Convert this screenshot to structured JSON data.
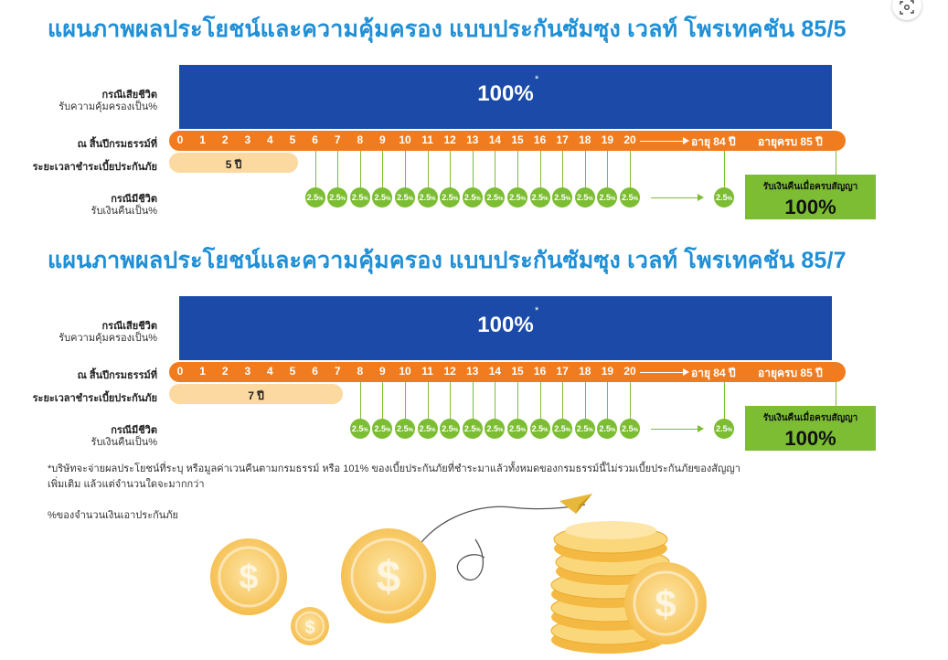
{
  "plans": [
    {
      "title": "แผนภาพผลประโยชน์และความคุ้มครอง แบบประกันซัมซุง เวลท์ โพรเทคชัน 85/5",
      "death_label": "กรณีเสียชีวิต",
      "death_sub": "รับความคุ้มครองเป็น%",
      "death_value": "100%",
      "death_star": "*",
      "year_label": "ณ สิ้นปีกรมธรรม์ที่",
      "years": [
        "0",
        "1",
        "2",
        "3",
        "4",
        "5",
        "6",
        "7",
        "8",
        "9",
        "10",
        "11",
        "12",
        "13",
        "14",
        "15",
        "16",
        "17",
        "18",
        "19",
        "20"
      ],
      "age84": "อายุ 84 ปี",
      "age85": "อายุครบ 85 ปี",
      "pay_label": "ระยะเวลาชำระเบี้ยประกันภัย",
      "pay_value": "5 ปี",
      "pay_years": 5,
      "live_label": "กรณีมีชีวิต",
      "live_sub": "รับเงินคืนเป็น%",
      "refund_value": "2.5",
      "refund_unit": "%",
      "maturity_label": "รับเงินคืนเมื่อครบสัญญา",
      "maturity_value": "100%"
    },
    {
      "title": "แผนภาพผลประโยชน์และความคุ้มครอง แบบประกันซัมซุง เวลท์ โพรเทคชัน 85/7",
      "death_label": "กรณีเสียชีวิต",
      "death_sub": "รับความคุ้มครองเป็น%",
      "death_value": "100%",
      "death_star": "*",
      "year_label": "ณ สิ้นปีกรมธรรม์ที่",
      "years": [
        "0",
        "1",
        "2",
        "3",
        "4",
        "5",
        "6",
        "7",
        "8",
        "9",
        "10",
        "11",
        "12",
        "13",
        "14",
        "15",
        "16",
        "17",
        "18",
        "19",
        "20"
      ],
      "age84": "อายุ 84 ปี",
      "age85": "อายุครบ 85 ปี",
      "pay_label": "ระยะเวลาชำระเบี้ยประกันภัย",
      "pay_value": "7 ปี",
      "pay_years": 7,
      "live_label": "กรณีมีชีวิต",
      "live_sub": "รับเงินคืนเป็น%",
      "refund_value": "2.5",
      "refund_unit": "%",
      "maturity_label": "รับเงินคืนเมื่อครบสัญญา",
      "maturity_value": "100%"
    }
  ],
  "notes": {
    "line1": "*บริษัทจะจ่ายผลประโยชน์ที่ระบุ หรือมูลค่าเวนคืนตามกรมธรรม์ หรือ 101% ของเบี้ยประกันภัยที่ชำระมาแล้วทั้งหมดของกรมธรรม์นี้ไม่รวมเบี้ยประกันภัยของสัญญา",
    "line2": "เพิ่มเติม แล้วแต่จำนวนใดจะมากกว่า",
    "line3": "%ของจำนวนเงินเอาประกันภัย"
  },
  "colors": {
    "title": "#1f8fd6",
    "coverage_bar": "#1b4aa8",
    "timeline": "#f07c1f",
    "payment_bar": "#fbd9a0",
    "refund": "#7cbd33",
    "coin": "#f7c45a"
  },
  "icons": {
    "corner": "scan-icon",
    "coin_symbol": "dollar-coin-icon"
  }
}
